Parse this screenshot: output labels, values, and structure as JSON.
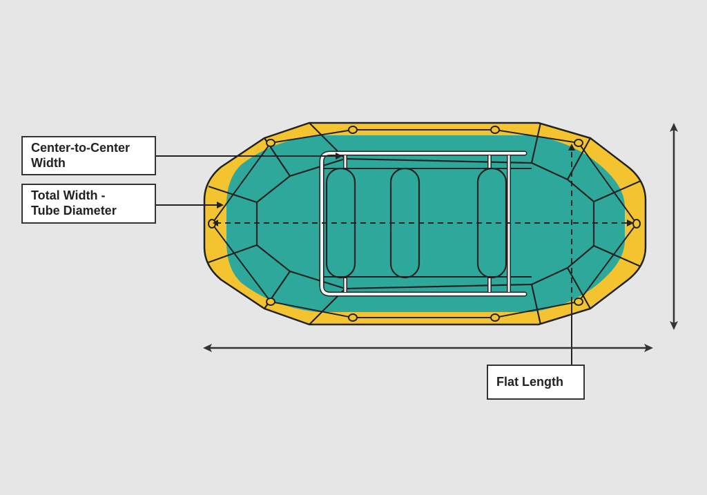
{
  "diagram": {
    "title": "Inflatable raft measurement diagram",
    "colors": {
      "background": "#e6e6e6",
      "tube": "#f4c430",
      "floor": "#2ea89a",
      "outline": "#222222",
      "frame": "#f2f2f2",
      "label_bg": "#ffffff"
    },
    "labels": {
      "center_to_center": {
        "line1": "Center-to-Center",
        "line2": "Width"
      },
      "total_width": {
        "line1": "Total Width -",
        "line2": "Tube Diameter"
      },
      "flat_length": {
        "text": "Flat Length"
      }
    },
    "components": [
      "outer-tube",
      "floor",
      "rowing-frame",
      "thwart-1",
      "thwart-2",
      "thwart-3",
      "d-rings",
      "centerline",
      "overall-length-arrow",
      "overall-width-arrow"
    ]
  }
}
